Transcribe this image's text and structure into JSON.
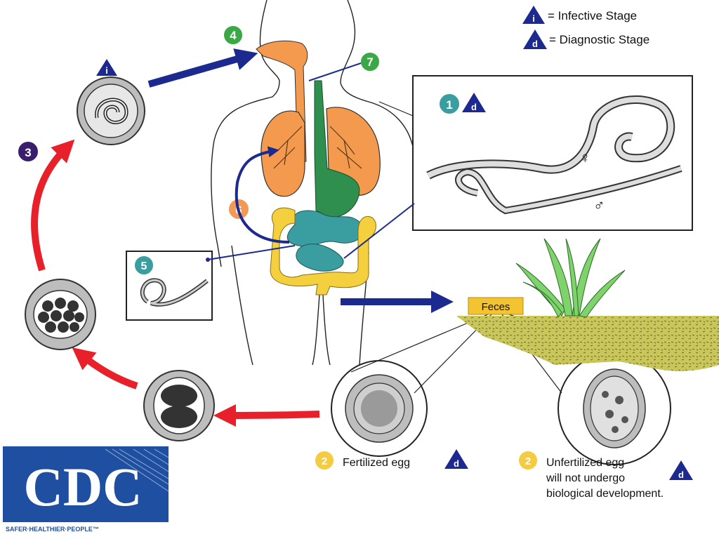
{
  "legend": {
    "infective_symbol": "i",
    "infective_label": "= Infective Stage",
    "diagnostic_symbol": "d",
    "diagnostic_label": "= Diagnostic Stage"
  },
  "steps": {
    "s1": "1",
    "s2a": "2",
    "s2b": "2",
    "s3": "3",
    "s4": "4",
    "s5": "5",
    "s6": "6",
    "s7": "7"
  },
  "stage_symbols": {
    "infective": "i",
    "diagnostic": "d"
  },
  "sex_symbols": {
    "female": "♀",
    "male": "♂"
  },
  "feces_label": "Feces",
  "fertilized_label": "Fertilized egg",
  "unfertilized_lines": [
    "Unfertilized egg",
    "will not undergo",
    "biological development."
  ],
  "logo": {
    "text": "CDC",
    "tagline": "SAFER·HEALTHIER·PEOPLE™"
  },
  "colors": {
    "red_arrow": "#e8202a",
    "blue_arrow": "#1c2a8f",
    "green_step": "#3aa845",
    "purple_step": "#3b1d6e",
    "orange_step": "#f29a55",
    "teal_step": "#3a9ea0",
    "yellow_step": "#f5cb42",
    "lungs": "#f39a4e",
    "intestine": "#f4d03f",
    "digestive": "#2f8f4e",
    "cdc_blue": "#1e4fa0"
  }
}
